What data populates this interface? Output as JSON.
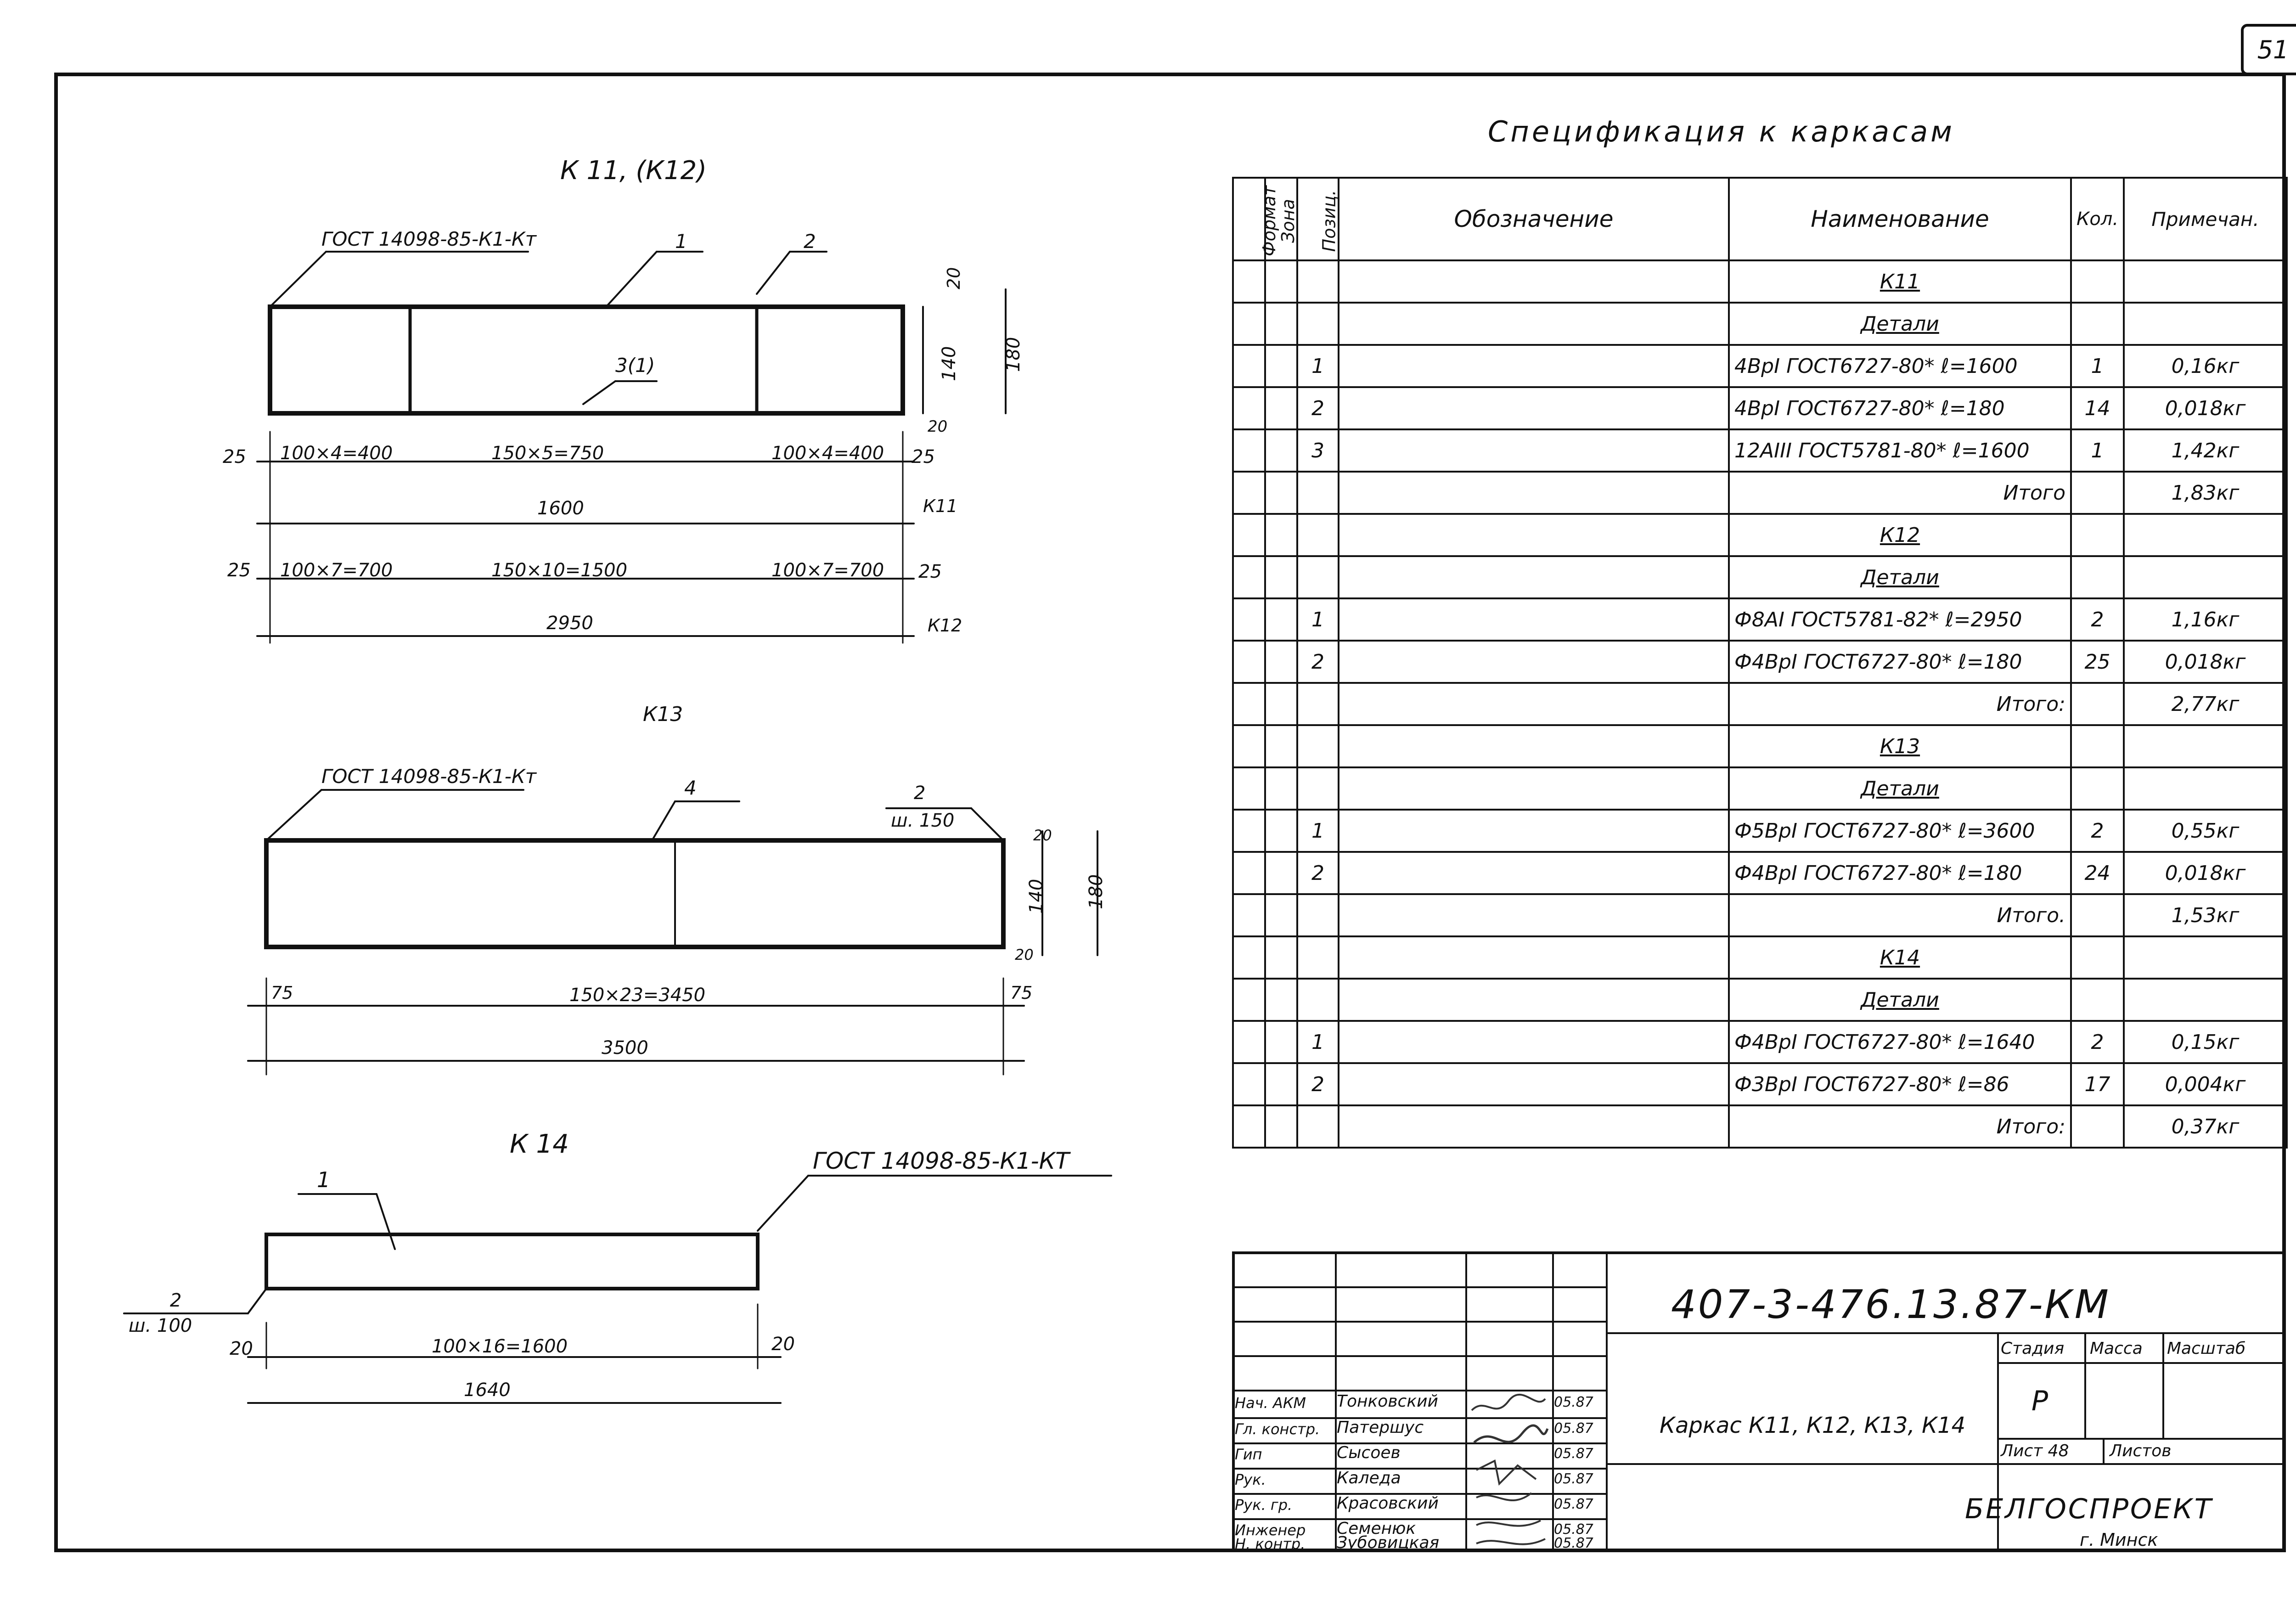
{
  "sheet_number": "51",
  "drawings": {
    "k11": {
      "title": "К 11, (К12)",
      "gost_label": "ГОСТ 14098-85-К1-Кт",
      "pos_top": "1",
      "pos_cross": "2",
      "pos_bottom": "3(1)",
      "dim_20_top": "20",
      "dim_140": "140",
      "dim_20_bottom": "20",
      "dim_180": "180",
      "row1_left": "25",
      "row1_seg1": "100×4=400",
      "row1_seg2": "150×5=750",
      "row1_seg3": "100×4=400",
      "row1_right": "25",
      "row1_total": "1600",
      "row1_tag": "К11",
      "row2_left": "25",
      "row2_seg1": "100×7=700",
      "row2_seg2": "150×10=1500",
      "row2_seg3": "100×7=700",
      "row2_right": "25",
      "row2_total": "2950",
      "row2_tag": "К12"
    },
    "k13": {
      "title": "К13",
      "gost_label": "ГОСТ 14098-85-К1-Кт",
      "pos_cross": "4",
      "pos_2": "2",
      "pos_2_step": "ш. 150",
      "dim_20_top": "20",
      "dim_140": "140",
      "dim_20_bottom": "20",
      "dim_180": "180",
      "left_dim": "75",
      "seg": "150×23=3450",
      "right_dim": "75",
      "total": "3500"
    },
    "k14": {
      "title": "К 14",
      "gost_label": "ГОСТ 14098-85-К1-КТ",
      "pos_1": "1",
      "pos_2": "2",
      "pos_2_step": "ш. 100",
      "left_dim": "20",
      "seg": "100×16=1600",
      "right_dim": "20",
      "total": "1640"
    }
  },
  "spec": {
    "title": "Спецификация к каркасам",
    "headers": {
      "format": "Формат",
      "zone": "Зона",
      "pos": "Позиц.",
      "designation": "Обозначение",
      "name": "Наименование",
      "qty": "Кол.",
      "note": "Примечан."
    },
    "rows": [
      {
        "type": "section",
        "name": "К11"
      },
      {
        "type": "section",
        "name": "Детали"
      },
      {
        "type": "item",
        "pos": "1",
        "name": "4ВрI ГОСТ6727-80* ℓ=1600",
        "qty": "1",
        "note": "0,16кг"
      },
      {
        "type": "item",
        "pos": "2",
        "name": "4ВрI ГОСТ6727-80* ℓ=180",
        "qty": "14",
        "note": "0,018кг"
      },
      {
        "type": "item",
        "pos": "3",
        "name": "12АIII ГОСТ5781-80* ℓ=1600",
        "qty": "1",
        "note": "1,42кг"
      },
      {
        "type": "total",
        "name": "Итого",
        "note": "1,83кг"
      },
      {
        "type": "section",
        "name": "К12"
      },
      {
        "type": "section",
        "name": "Детали"
      },
      {
        "type": "item",
        "pos": "1",
        "name": "Ф8АI ГОСТ5781-82* ℓ=2950",
        "qty": "2",
        "note": "1,16кг"
      },
      {
        "type": "item",
        "pos": "2",
        "name": "Ф4ВрI ГОСТ6727-80* ℓ=180",
        "qty": "25",
        "note": "0,018кг"
      },
      {
        "type": "total",
        "name": "Итого:",
        "note": "2,77кг"
      },
      {
        "type": "section",
        "name": "К13"
      },
      {
        "type": "section",
        "name": "Детали"
      },
      {
        "type": "item",
        "pos": "1",
        "name": "Ф5ВрI ГОСТ6727-80* ℓ=3600",
        "qty": "2",
        "note": "0,55кг"
      },
      {
        "type": "item",
        "pos": "2",
        "name": "Ф4ВрI ГОСТ6727-80* ℓ=180",
        "qty": "24",
        "note": "0,018кг"
      },
      {
        "type": "total",
        "name": "Итого.",
        "note": "1,53кг"
      },
      {
        "type": "section",
        "name": "К14"
      },
      {
        "type": "section",
        "name": "Детали"
      },
      {
        "type": "item",
        "pos": "1",
        "name": "Ф4ВрI ГОСТ6727-80* ℓ=1640",
        "qty": "2",
        "note": "0,15кг"
      },
      {
        "type": "item",
        "pos": "2",
        "name": "Ф3ВрI ГОСТ6727-80* ℓ=86",
        "qty": "17",
        "note": "0,004кг"
      },
      {
        "type": "total",
        "name": "Итого:",
        "note": "0,37кг"
      }
    ]
  },
  "stamp": {
    "code": "407-3-476.13.87-КМ",
    "sheet_title": "Каркас К11, К12, К13, К14",
    "stage_label": "Стадия",
    "mass_label": "Масса",
    "scale_label": "Масштаб",
    "stage_value": "Р",
    "sheet_label": "Лист 48",
    "sheets_label": "Листов",
    "org": "БЕЛГОСПРОЕКТ",
    "city": "г. Минск",
    "people": [
      {
        "role": "Нач. АКМ",
        "name": "Тонковский",
        "date": "05.87"
      },
      {
        "role": "Гл. констр.",
        "name": "Патершус",
        "date": "05.87"
      },
      {
        "role": "Гип",
        "name": "Сысоев",
        "date": "05.87"
      },
      {
        "role": "Рук.",
        "name": "Каледа",
        "date": "05.87"
      },
      {
        "role": "Рук. гр.",
        "name": "Красовский",
        "date": "05.87"
      },
      {
        "role": "Инженер",
        "name": "Семенюк",
        "date": "05.87"
      },
      {
        "role": "Н. контр.",
        "name": "Зубовицкая",
        "date": "05.87"
      }
    ]
  }
}
